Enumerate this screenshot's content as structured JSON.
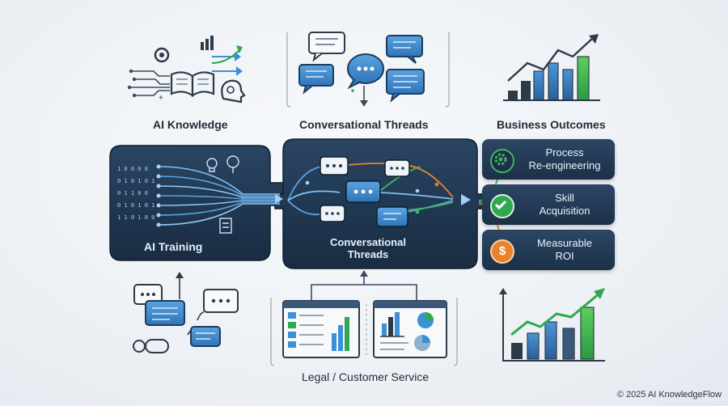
{
  "headings": {
    "ai_knowledge": "AI Knowledge",
    "conversational_threads": "Conversational Threads",
    "business_outcomes": "Business Outcomes",
    "legal_customer_service": "Legal / Customer Service"
  },
  "panels": {
    "training_label": "AI Training",
    "threads_label_line1": "Conversational",
    "threads_label_line2": "Threads",
    "binary_rows": [
      "1 0 0 0 0",
      "0 1 0 1 0 1",
      "0 1 1 0 0",
      "0 1 0 1 0 1",
      "1 1 0 1 0 0"
    ]
  },
  "outcomes": [
    {
      "line1": "Process",
      "line2": "Re-engineering",
      "icon": "gear-icon"
    },
    {
      "line1": "Skill",
      "line2": "Acquisition",
      "icon": "check-icon"
    },
    {
      "line1": "Measurable",
      "line2": "ROI",
      "icon": "dollar-icon"
    }
  ],
  "footer": "© 2025 AI KnowledgeFlow",
  "colors": {
    "panel_dark": "#1e3550",
    "accent_blue": "#3d8fd6",
    "accent_green": "#2fa84f",
    "accent_orange": "#e8832a"
  }
}
